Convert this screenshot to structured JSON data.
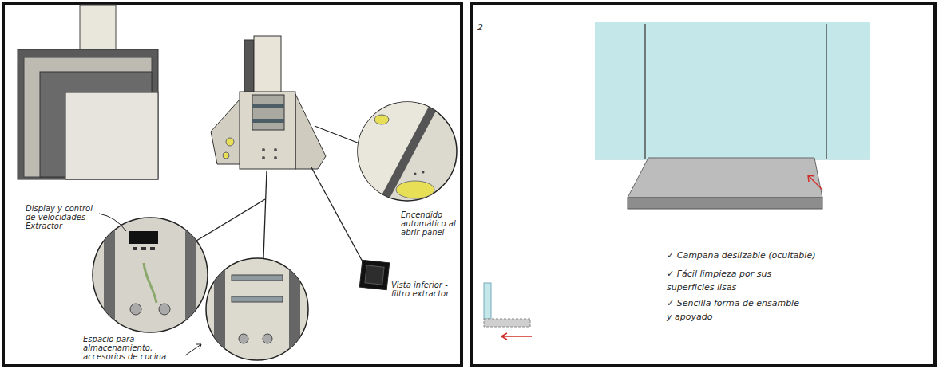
{
  "diagram": {
    "labels": [
      "Display y control de velocidades -Extractor",
      "Espacio para almacenamiento, accesorios de cocina",
      "Encendido automático al abrir panel",
      "Vista inferior -filtro extractor",
      "2",
      "✓ Campana deslizable (ocultable)",
      "✓ Fácil limpieza por sus superficies lisas",
      "✓ Sencilla forma de ensamble y apoyado"
    ]
  }
}
